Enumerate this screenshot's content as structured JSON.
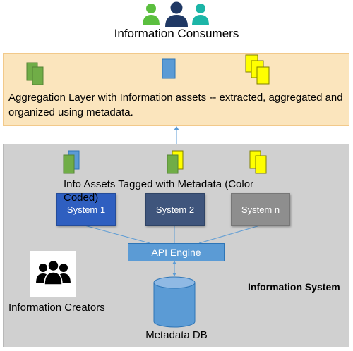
{
  "consumers": {
    "label": "Information Consumers"
  },
  "aggregation": {
    "text": "Aggregation Layer with Information assets -- extracted, aggregated and organized using metadata."
  },
  "tagged": {
    "text": "Info Assets Tagged with Metadata (Color Coded)"
  },
  "systems": [
    {
      "label": "System 1",
      "color": "#2f5fc0"
    },
    {
      "label": "System 2",
      "color": "#3f557c"
    },
    {
      "label": "System n",
      "color": "#8e8e8e"
    }
  ],
  "api": {
    "label": "API Engine"
  },
  "info_system": {
    "label": "Information System"
  },
  "creators": {
    "label": "Information Creators"
  },
  "metadata_db": {
    "label": "Metadata DB"
  },
  "colors": {
    "green": "#70ad47",
    "blue": "#5b9bd5",
    "yellow": "#ffff00",
    "aggregation_bg": "#fbe5bd",
    "system_bg": "#d0d0d0"
  },
  "icons": [
    "people-group-icon",
    "document-stack-icon",
    "database-cylinder-icon"
  ]
}
